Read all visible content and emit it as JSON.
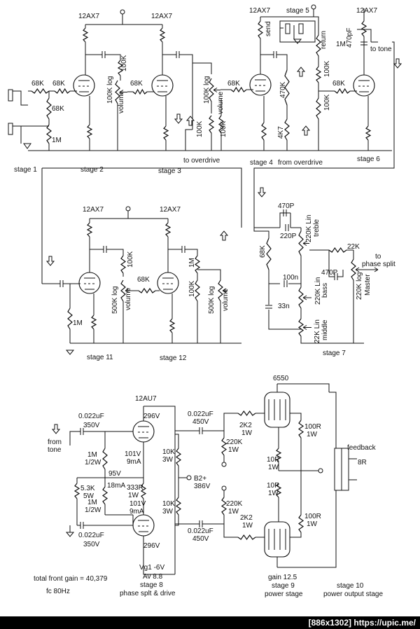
{
  "tubes": {
    "t1": "12AX7",
    "t2": "12AX7",
    "t3": "12AX7",
    "t4": "12AX7",
    "t5": "12AX7",
    "t6": "12AX7",
    "pi": "12AU7",
    "power": "6550"
  },
  "stages": {
    "s1": "stage 1",
    "s2": "stage 2",
    "s3": "stage 3",
    "s4": "stage 4",
    "s5": "stage 5",
    "s6": "stage 6",
    "s7": "stage 7",
    "s8": "stage 8",
    "s9": "stage 9",
    "s10": "stage 10",
    "s11": "stage 11",
    "s12": "stage 12"
  },
  "labels": {
    "to_overdrive": "to overdrive",
    "from_overdrive": "from overdrive",
    "send": "send",
    "return": "return",
    "to_tone": "to tone",
    "to_phase_split": "to\nphase split",
    "from_tone_1": "from",
    "from_tone_2": "tone",
    "b2_1": "B2+",
    "b2_2": "386V",
    "feedback": "feedback",
    "spk": "8R",
    "total_gain": "total front gain = 40,379",
    "fc": "fc 80Hz",
    "vg1": "Vg1 -6V",
    "av": "Av 8.8",
    "phase_split": "phase splt & drive",
    "gain125": "gain 12.5",
    "power_stage": "power stage",
    "power_output": "power output stage"
  },
  "components": {
    "r68k_a": "68K",
    "r68k_b": "68K",
    "r68k_c": "68K",
    "r1m_a": "1M",
    "r68k_d": "68K",
    "r100k_a": "100K",
    "pot_vol1a": "100K log",
    "pot_vol1b": "volume",
    "pot_vol2a": "100K log",
    "pot_vol2b": "volume",
    "r100k_b": "100K",
    "r100k_c": "100K",
    "r68k_e": "68K",
    "r470k": "470K",
    "r4k7": "4K7",
    "c470pf": "470pF",
    "r1m_b": "1M",
    "r100k_d": "100K",
    "r100k_e": "100K",
    "r68k_f": "68K",
    "c470p_a": "470P",
    "c220p": "220P",
    "pot_treble_a": "220K Lin",
    "pot_treble_b": "treble",
    "r68k_g": "68K",
    "r22k": "22K",
    "c470p_b": "470P",
    "c100n": "100n",
    "pot_bass_a": "220K Lin",
    "pot_bass_b": "bass",
    "c33n": "33n",
    "pot_mid_a": "22K Lin",
    "pot_mid_b": "middle",
    "pot_master_a": "220K log",
    "pot_master_b": "Master",
    "r100k_f": "100K",
    "r68k_h": "68K",
    "pot_500k_a": "500K log",
    "pot_500k_b": "volume",
    "r1m_c": "1M",
    "r1m_d": "1M",
    "r100k_g": "100K",
    "pot_500k2_a": "500K log",
    "pot_500k2_b": "volume",
    "c022_a": "0.022uF",
    "v350_a": "350V",
    "c022_b": "0.022uF",
    "v350_b": "350V",
    "r1m_e": "1M",
    "w12_a": "1/2W",
    "r1m_f": "1M",
    "w12_b": "1/2W",
    "r5k3": "5.3K",
    "w5": "5W",
    "v95": "95V",
    "ma18": "18mA",
    "r333": "333R",
    "w1_a": "1W",
    "v101_a": "101V",
    "ma9_a": "9mA",
    "v101_b": "101V",
    "ma9_b": "9mA",
    "v296_a": "296V",
    "v296_b": "296V",
    "r10k_a": "10K",
    "w3_a": "3W",
    "r10k_b": "10K",
    "w3_b": "3W",
    "c022_c": "0.022uF",
    "v450_a": "450V",
    "c022_d": "0.022uF",
    "v450_b": "450V",
    "r2k2_a": "2K2",
    "w1_b": "1W",
    "r2k2_b": "2K2",
    "w1_c": "1W",
    "r220k_a": "220K",
    "w1_d": "1W",
    "r220k_b": "220K",
    "w1_e": "1W",
    "r10r_a": "10R",
    "w1_f": "1W",
    "r10r_b": "10R",
    "w1_g": "1W",
    "r100r_a": "100R",
    "w1_h": "1W",
    "r100r_b": "100R",
    "w1_i": "1W"
  },
  "footer": "[886x1302] https://upic.me/"
}
